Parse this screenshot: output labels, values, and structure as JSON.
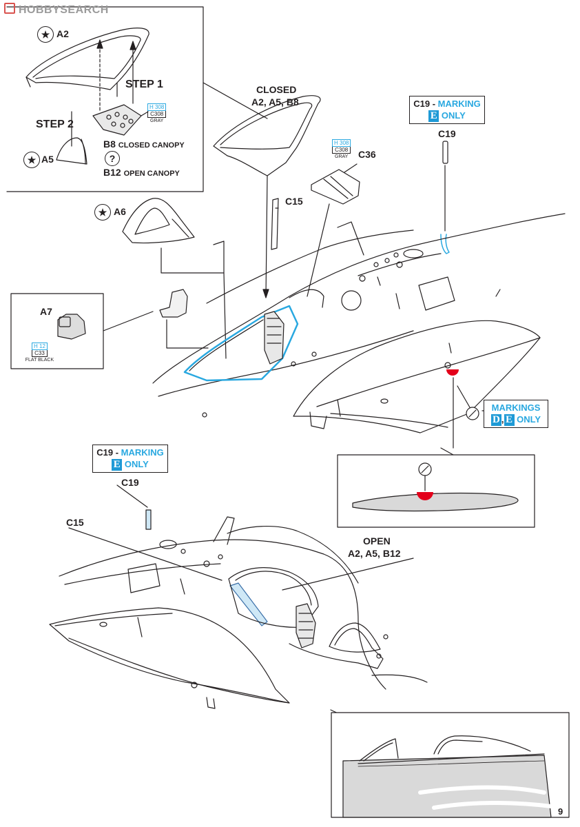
{
  "watermark": "HOBBYSEARCH",
  "page_number": "9",
  "inset_top_left": {
    "part_a2": "A2",
    "part_a5": "A5",
    "step1": "STEP 1",
    "step2": "STEP 2",
    "paint": {
      "code": "H 308",
      "code2": "C308",
      "color": "GRAY"
    },
    "b8": "B8",
    "b8_desc": "CLOSED CANOPY",
    "b12": "B12",
    "b12_desc": "OPEN CANOPY",
    "question_icon": "?"
  },
  "closed_group": {
    "title": "CLOSED",
    "parts": "A2, A5, B8"
  },
  "part_a6": "A6",
  "part_c15_top": "C15",
  "part_c36": "C36",
  "c36_paint": {
    "code": "H 308",
    "code2": "C308",
    "color": "GRAY"
  },
  "marking_box_top": {
    "part": "C19",
    "sep": " - ",
    "word": "MARKING",
    "letter": "E",
    "only": "ONLY"
  },
  "part_c19_top": "C19",
  "inset_a7": {
    "part": "A7",
    "paint": {
      "code": "H 12",
      "code2": "C33",
      "color": "FLAT BLACK"
    }
  },
  "markings_box": {
    "title": "MARKINGS",
    "letter1": "D",
    "sep": ",",
    "letter2": "E",
    "only": "ONLY"
  },
  "marking_box_bottom": {
    "part": "C19",
    "sep": " - ",
    "word": "MARKING",
    "letter": "E",
    "only": "ONLY"
  },
  "part_c19_bottom": "C19",
  "part_c15_bottom": "C15",
  "open_group": {
    "title": "OPEN",
    "parts": "A2, A5, B12"
  },
  "colors": {
    "accent_blue": "#29a8e0",
    "marking_blue": "#1e9ad6",
    "red_marker": "#e3001b",
    "line": "#231f20"
  }
}
